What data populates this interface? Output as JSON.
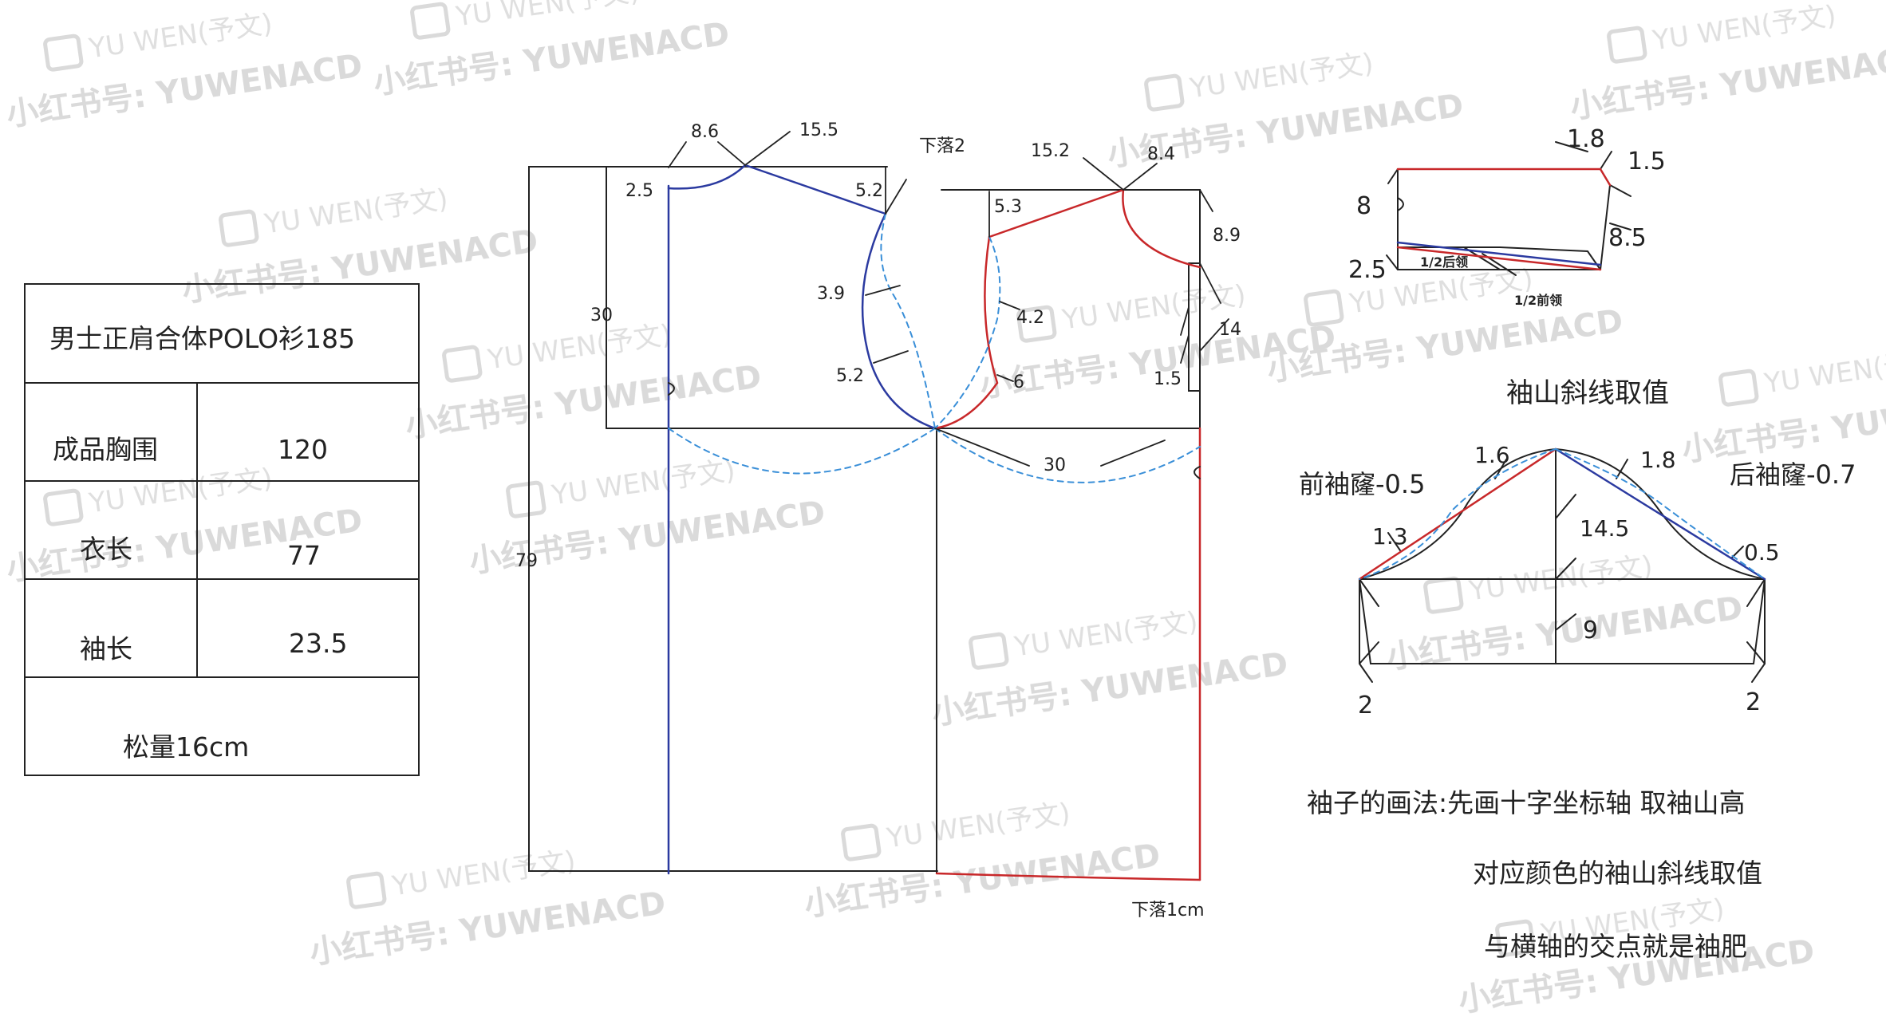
{
  "watermark": {
    "brand": "YU WEN(予文)",
    "handle": "小红书号: YUWENACD"
  },
  "spec_table": {
    "title": "男士正肩合体POLO衫185",
    "rows": [
      {
        "label": "成品胸围",
        "value": "120"
      },
      {
        "label": "衣长",
        "value": "77"
      },
      {
        "label": "袖长",
        "value": "23.5"
      }
    ],
    "footer": "松量16cm"
  },
  "body_pattern": {
    "dims": {
      "back_neck_width": "8.6",
      "back_neck_depth": "2.5",
      "back_shoulder": "15.5",
      "back_armhole_top": "5.2",
      "back_armhole_mid": "3.9",
      "back_armhole_low": "5.2",
      "shoulder_drop": "下落2",
      "front_shoulder": "15.2",
      "front_neck_width": "8.4",
      "front_shoulder_offset": "5.3",
      "front_neck_depth": "8.9",
      "front_armhole_mid": "4.2",
      "front_armhole_low": "6",
      "armhole_depth": "30",
      "armhole_curve": "30",
      "placket_length": "14",
      "placket_width": "1.5",
      "garment_length": "79",
      "hem_drop": "下落1cm"
    }
  },
  "collar": {
    "height": "8",
    "base": "2.5",
    "end_top": "1.8",
    "end_rise": "1.5",
    "end_height": "8.5",
    "half_back_neck": "1/2后领",
    "half_front_neck": "1/2前领"
  },
  "sleeve": {
    "title": "袖山斜线取值",
    "front_label": "前袖窿-0.5",
    "back_label": "后袖窿-0.7",
    "front_curve_top": "1.6",
    "front_curve_low": "1.3",
    "back_curve_top": "1.8",
    "back_curve_low": "0.5",
    "cap_height": "14.5",
    "sleeve_body": "9",
    "hem_left": "2",
    "hem_right": "2"
  },
  "notes": {
    "line1": "袖子的画法:先画十字坐标轴   取袖山高",
    "line2": "对应颜色的袖山斜线取值",
    "line3": "与横轴的交点就是袖肥"
  },
  "colors": {
    "line": "#222222",
    "back_blue": "#2b3aa0",
    "front_red": "#c8282a",
    "dash_blue": "#3a8fd8",
    "watermark": "#d8d8d8"
  }
}
